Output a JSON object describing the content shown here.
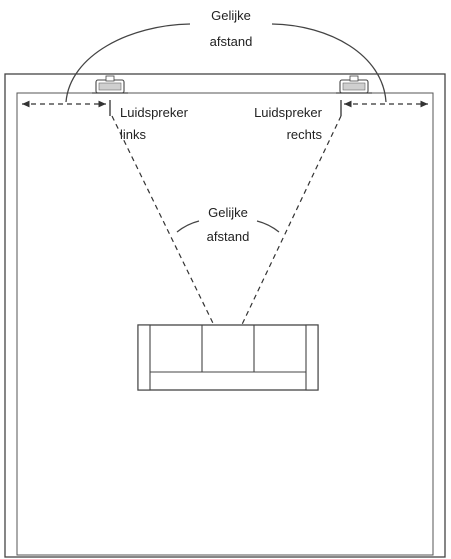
{
  "labels": {
    "top_distance_line1": "Gelijke",
    "top_distance_line2": "afstand",
    "speaker_left_line1": "Luidspreker",
    "speaker_left_line2": "links",
    "speaker_right_line1": "Luidspreker",
    "speaker_right_line2": "rechts",
    "middle_distance_line1": "Gelijke",
    "middle_distance_line2": "afstand"
  },
  "colors": {
    "line": "#333333",
    "text": "#222222",
    "background": "#ffffff"
  }
}
